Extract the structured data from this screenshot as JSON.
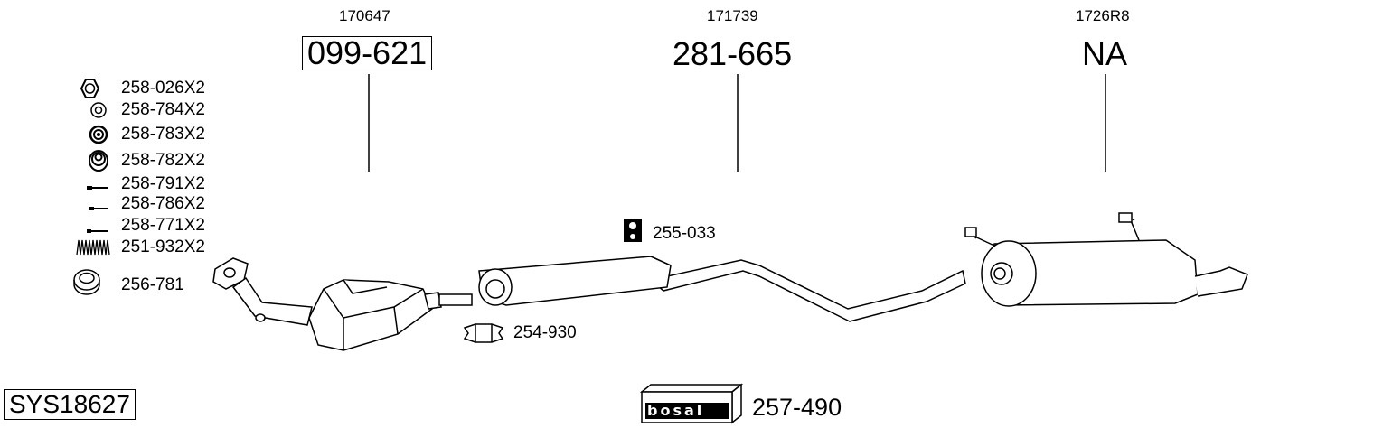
{
  "diagram": {
    "system_code": "SYS18627",
    "columns": [
      {
        "ref": "170647",
        "part": "099-621"
      },
      {
        "ref": "171739",
        "part": "281-665"
      },
      {
        "ref": "1726R8",
        "part": "NA"
      }
    ],
    "fitting_parts": [
      {
        "label": "258-026X2",
        "icon": "hex-nut-icon"
      },
      {
        "label": "258-784X2",
        "icon": "washer-icon"
      },
      {
        "label": "258-783X2",
        "icon": "spring-washer-icon"
      },
      {
        "label": "258-782X2",
        "icon": "conical-spring-icon"
      },
      {
        "label": "258-791X2",
        "icon": "bolt-icon"
      },
      {
        "label": "258-786X2",
        "icon": "bolt-icon"
      },
      {
        "label": "258-771X2",
        "icon": "stud-icon"
      },
      {
        "label": "251-932X2",
        "icon": "spring-icon"
      },
      {
        "label": "256-781",
        "icon": "gasket-ring-icon"
      }
    ],
    "callouts": {
      "rubber_mount": "255-033",
      "clamp": "254-930",
      "kit": "257-490"
    },
    "brand": "bosal"
  }
}
